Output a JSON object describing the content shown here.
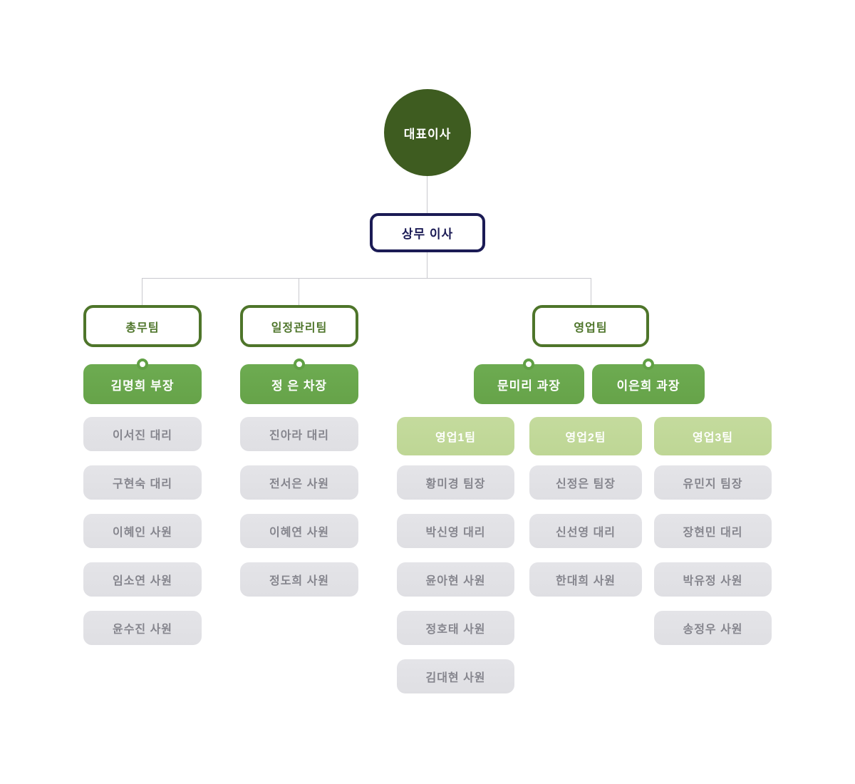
{
  "org": {
    "ceo": {
      "label": "대표이사"
    },
    "director": {
      "label": "상무 이사"
    },
    "teams": [
      {
        "label": "총무팀",
        "managers": [
          {
            "label": "김명희 부장"
          }
        ],
        "members": [
          "이서진 대리",
          "구현숙 대리",
          "이혜인 사원",
          "임소연 사원",
          "윤수진 사원"
        ]
      },
      {
        "label": "일정관리팀",
        "managers": [
          {
            "label": "정 은 차장"
          }
        ],
        "members": [
          "진아라 대리",
          "전서은 사원",
          "이혜연 사원",
          "정도희 사원"
        ]
      },
      {
        "label": "영업팀",
        "managers": [
          {
            "label": "문미리 과장"
          },
          {
            "label": "이은희 과장"
          }
        ],
        "subteams": [
          {
            "label": "영업1팀",
            "members": [
              "황미경 팀장",
              "박신영 대리",
              "윤아현 사원",
              "정호태 사원",
              "김대현 사원"
            ]
          },
          {
            "label": "영업2팀",
            "members": [
              "신정은 팀장",
              "신선영 대리",
              "한대희 사원"
            ]
          },
          {
            "label": "영업3팀",
            "members": [
              "유민지 팀장",
              "장현민 대리",
              "박유정 사원",
              "송정우 사원"
            ]
          }
        ]
      }
    ]
  },
  "colors": {
    "ceo_circle": "#3e5c20",
    "director_navy": "#1b1b55",
    "team_outline_green": "#4e752a",
    "manager_green": "#69a74d",
    "subteam_light_green": "#c1d899",
    "member_gray_fill": "#e2e2e6",
    "member_gray_text": "#85858d",
    "connector_line": "#c9c9ce",
    "background": "#ffffff"
  }
}
